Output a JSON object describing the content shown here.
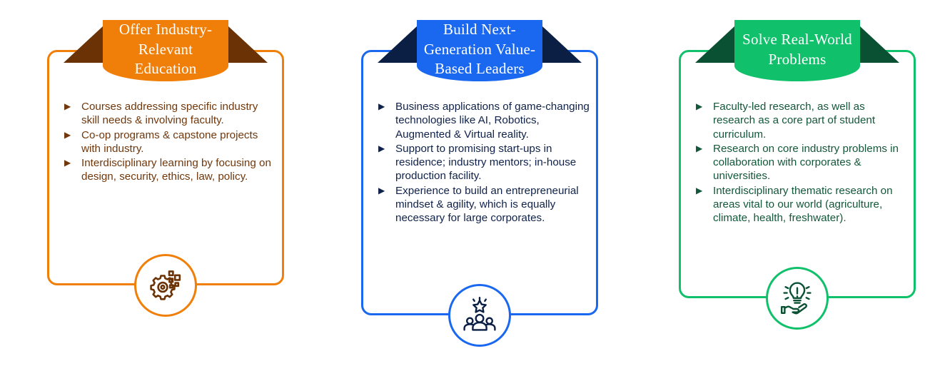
{
  "infographic": {
    "cards": [
      {
        "id": "offer-industry-relevant-education",
        "title": "Offer Industry-\nRelevant Education",
        "accent_color": "#F07F0A",
        "dark_color": "#6B3305",
        "text_color": "#70380C",
        "icon": "gear-digital-icon",
        "bullet_marker": "▶",
        "bullets": [
          "Courses addressing specific industry skill needs & involving faculty.",
          "Co-op programs & capstone projects with industry.",
          "Interdisciplinary learning by focusing on design, security, ethics, law, policy."
        ]
      },
      {
        "id": "build-next-generation-value-based-leaders",
        "title": "Build Next-\nGeneration Value-\nBased Leaders",
        "accent_color": "#1A68F0",
        "dark_color": "#0B1F45",
        "text_color": "#10224A",
        "icon": "leadership-team-star-icon",
        "bullet_marker": "▶",
        "bullets": [
          "Business applications of game-changing technologies like AI, Robotics, Augmented & Virtual reality.",
          "Support to promising start-ups in residence; industry mentors; in-house production facility.",
          "Experience to build an entrepreneurial mindset & agility, which is equally necessary for large corporates."
        ]
      },
      {
        "id": "solve-real-world-problems",
        "title": "Solve Real-World\nProblems",
        "accent_color": "#10C06A",
        "dark_color": "#0A5134",
        "text_color": "#13583A",
        "icon": "hand-lightbulb-idea-icon",
        "bullet_marker": "▶",
        "bullets": [
          "Faculty-led research, as well as research as a core part of student curriculum.",
          "Research on core industry problems in collaboration with corporates & universities.",
          "Interdisciplinary thematic research on areas vital to our world (agriculture, climate, health, freshwater)."
        ]
      }
    ]
  }
}
